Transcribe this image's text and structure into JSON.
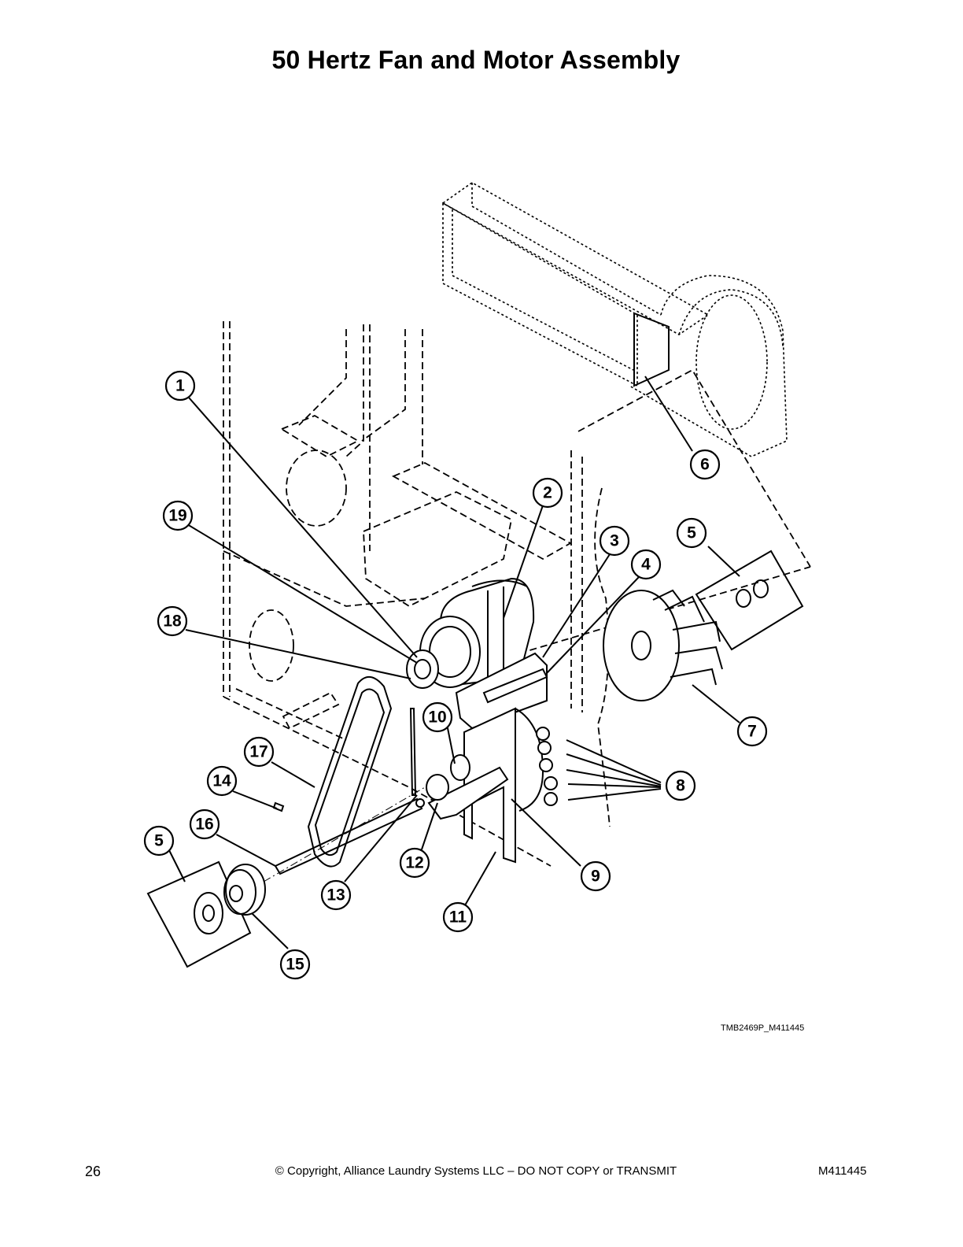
{
  "title": "50 Hertz Fan and Motor Assembly",
  "drawing_id": "TMB2469P_M411445",
  "callouts": [
    {
      "n": "1"
    },
    {
      "n": "2"
    },
    {
      "n": "3"
    },
    {
      "n": "4"
    },
    {
      "n": "5"
    },
    {
      "n": "5"
    },
    {
      "n": "6"
    },
    {
      "n": "7"
    },
    {
      "n": "8"
    },
    {
      "n": "9"
    },
    {
      "n": "10"
    },
    {
      "n": "11"
    },
    {
      "n": "12"
    },
    {
      "n": "13"
    },
    {
      "n": "14"
    },
    {
      "n": "15"
    },
    {
      "n": "16"
    },
    {
      "n": "17"
    },
    {
      "n": "18"
    },
    {
      "n": "19"
    }
  ],
  "footer": {
    "page_number": "26",
    "copyright": "© Copyright, Alliance Laundry Systems LLC – DO NOT COPY or TRANSMIT",
    "doc_number": "M411445"
  }
}
